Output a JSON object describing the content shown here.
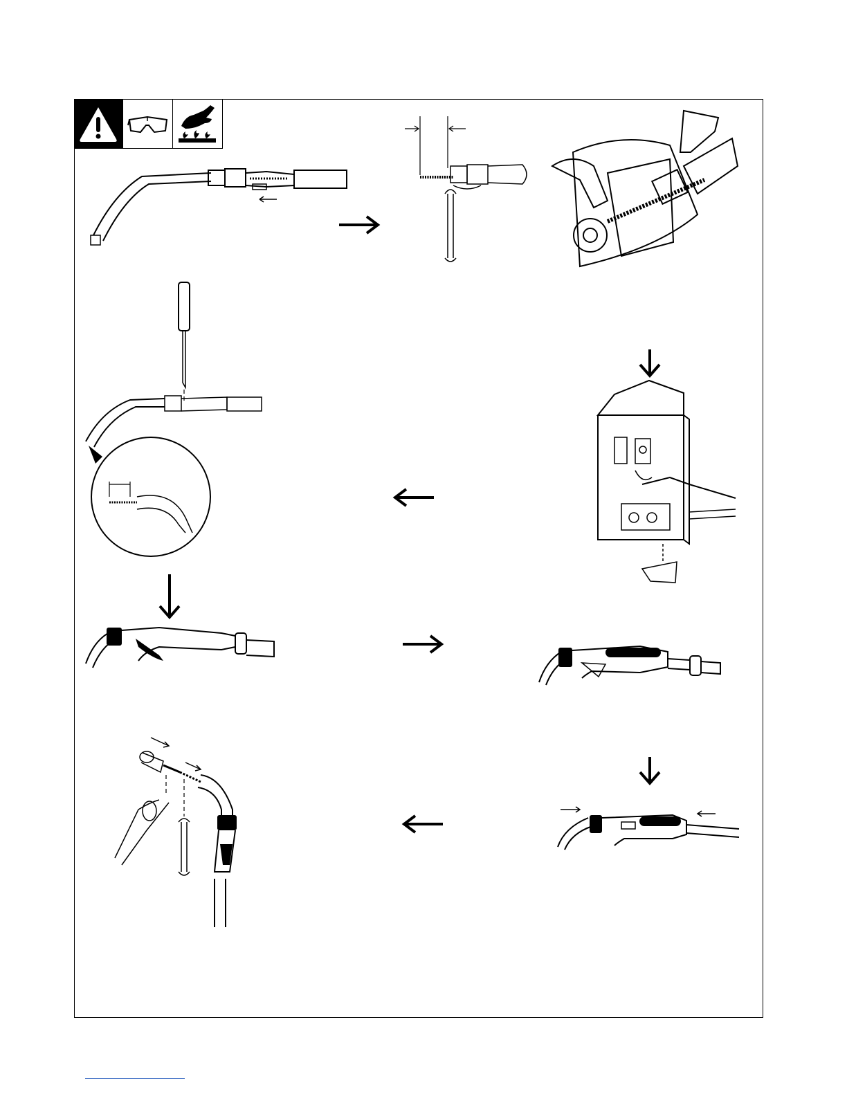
{
  "page": {
    "background": "#ffffff",
    "frame_color": "#000000",
    "footer_rule_color": "#2a5fbf"
  },
  "safety_icons": [
    {
      "name": "warning-triangle-icon"
    },
    {
      "name": "safety-glasses-icon"
    },
    {
      "name": "hot-surface-icon"
    }
  ],
  "steps": [
    {
      "name": "step-loosen-gun-clamp",
      "icon": "welding-gun-icon"
    },
    {
      "name": "step-measure-liner",
      "icon": "wrench-icon"
    },
    {
      "name": "step-install-gun-in-feeder",
      "icon": "hands-icon"
    },
    {
      "name": "step-feeder-connections",
      "icon": "feeder-cabinet-icon"
    },
    {
      "name": "step-screw-and-trim-liner",
      "icon": "screwdriver-icon"
    },
    {
      "name": "step-open-handle",
      "icon": "welding-gun-icon"
    },
    {
      "name": "step-close-handle",
      "icon": "welding-gun-icon"
    },
    {
      "name": "step-slide-handle",
      "icon": "welding-gun-icon"
    },
    {
      "name": "step-install-nozzle-tip",
      "icon": "pliers-icon"
    }
  ]
}
